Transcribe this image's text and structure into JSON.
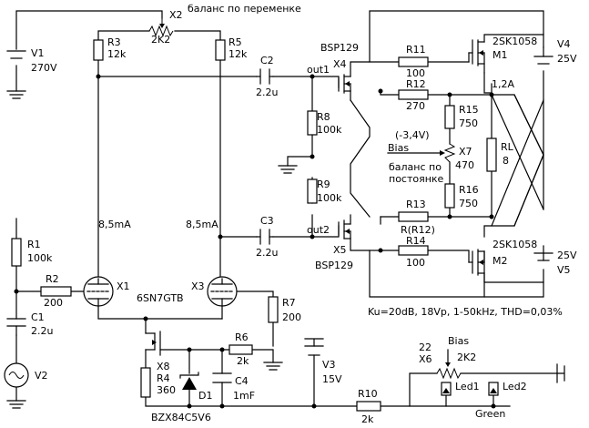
{
  "schematic": {
    "labels": {
      "v1": "V1",
      "v1_val": "270V",
      "x2": "X2",
      "x2_val": "2K2",
      "x2_note": "баланс по переменке",
      "r3": "R3",
      "r3_val": "12k",
      "r5": "R5",
      "r5_val": "12k",
      "c2": "C2",
      "c2_val": "2.2u",
      "out1": "out1",
      "bsp129_top": "BSP129",
      "x4": "X4",
      "r11": "R11",
      "r11_val": "100",
      "r12": "R12",
      "r12_val": "270",
      "m1_type": "2SK1058",
      "m1": "M1",
      "v4": "V4",
      "v4_val": "25V",
      "bias_current": "1,2A",
      "r8": "R8",
      "r8_val": "100k",
      "r15": "R15",
      "r15_val": "750",
      "bias_voltage": "(-3,4V)",
      "bias_label": "Bias",
      "x7": "X7",
      "x7_val": "470",
      "x7_note_1": "баланс по",
      "x7_note_2": "постоянке",
      "rl": "RL",
      "rl_val": "8",
      "r9": "R9",
      "r9_val": "100k",
      "r16": "R16",
      "r16_val": "750",
      "i_left": "8,5mA",
      "i_right": "8,5mA",
      "c3": "C3",
      "c3_val": "2.2u",
      "out2": "out2",
      "r13": "R13",
      "r13_val": "R(R12)",
      "r14": "R14",
      "r14_val": "100",
      "m2_type": "2SK1058",
      "m2": "M2",
      "x5": "X5",
      "bsp129_bot": "BSP129",
      "v5": "V5",
      "v5_val": "25V",
      "r1": "R1",
      "r1_val": "100k",
      "r2": "R2",
      "r2_val": "200",
      "x1": "X1",
      "tube": "6SN7GTB",
      "x3": "X3",
      "r7": "R7",
      "r7_val": "200",
      "c1": "C1",
      "c1_val": "2.2u",
      "v2": "V2",
      "spec": "Ku=20dB, 18Vp, 1-50kHz, THD=0,03%",
      "x8": "X8",
      "r6": "R6",
      "r6_val": "2k",
      "r4": "R4",
      "r4_val": "360",
      "c4": "C4",
      "c4_val": "1mF",
      "d1": "D1",
      "d1_type": "BZX84C5V6",
      "v3": "V3",
      "v3_val": "15V",
      "r10": "R10",
      "r10_val": "2k",
      "x6_bias": "Bias",
      "x6_num": "22",
      "x6": "X6",
      "x6_val": "2K2",
      "led1": "Led1",
      "led2": "Led2",
      "led_color": "Green"
    }
  }
}
